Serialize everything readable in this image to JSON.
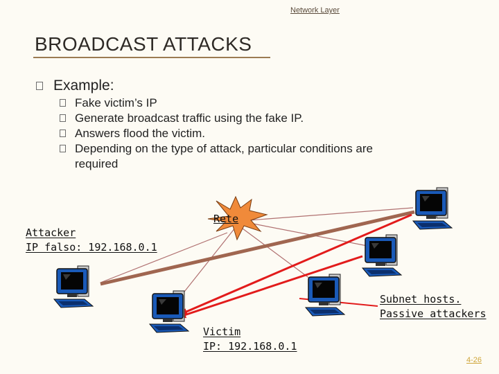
{
  "header": {
    "link_text": "Network Layer"
  },
  "slide": {
    "title": "BROADCAST ATTACKS",
    "level1": "Example:",
    "bullets": [
      "Fake victim’s IP",
      "Generate broadcast traffic using the fake IP.",
      "Answers flood the victim.",
      "Depending on the type of attack, particular conditions are required"
    ]
  },
  "diagram": {
    "network_label": "Rete",
    "attacker_label_line1": "Attacker",
    "attacker_label_line2": "IP falso: 192.168.0.1",
    "victim_label_line1": "Victim",
    "victim_label_line2": "IP: 192.168.0.1",
    "subnet_label_line1": "Subnet hosts.",
    "subnet_label_line2": "Passive attackers",
    "colors": {
      "attack_line": "#a06650",
      "flood_line": "#e21b1b",
      "thin_line": "#b07070",
      "network_burst": "#f08a3a"
    }
  },
  "footer": {
    "page_number": "4-26"
  }
}
